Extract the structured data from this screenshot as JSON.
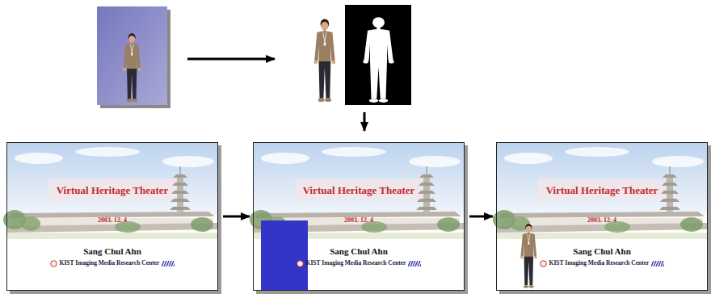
{
  "diagram": {
    "nodes": [
      {
        "text": [
          "Virtual Heritage Theater",
          "2003. 12. 4",
          "Sang Chul Ahn",
          "KIST Imaging Media Research Center"
        ]
      },
      {
        "text": [
          "Virtual Heritage Theater",
          "2003. 12. 4",
          "Sang Chul Ahn",
          "KIST Imaging Media Research Center"
        ]
      },
      {
        "text": [
          "Virtual Heritage Theater",
          "2003. 12. 4",
          "Sang Chul Ahn",
          "KIST Imaging Media Research Center"
        ]
      }
    ],
    "edges": [
      {
        "from": 0,
        "to": 1,
        "arrow": "to"
      },
      {
        "from": 1,
        "to": 2,
        "arrow": "to"
      }
    ]
  }
}
